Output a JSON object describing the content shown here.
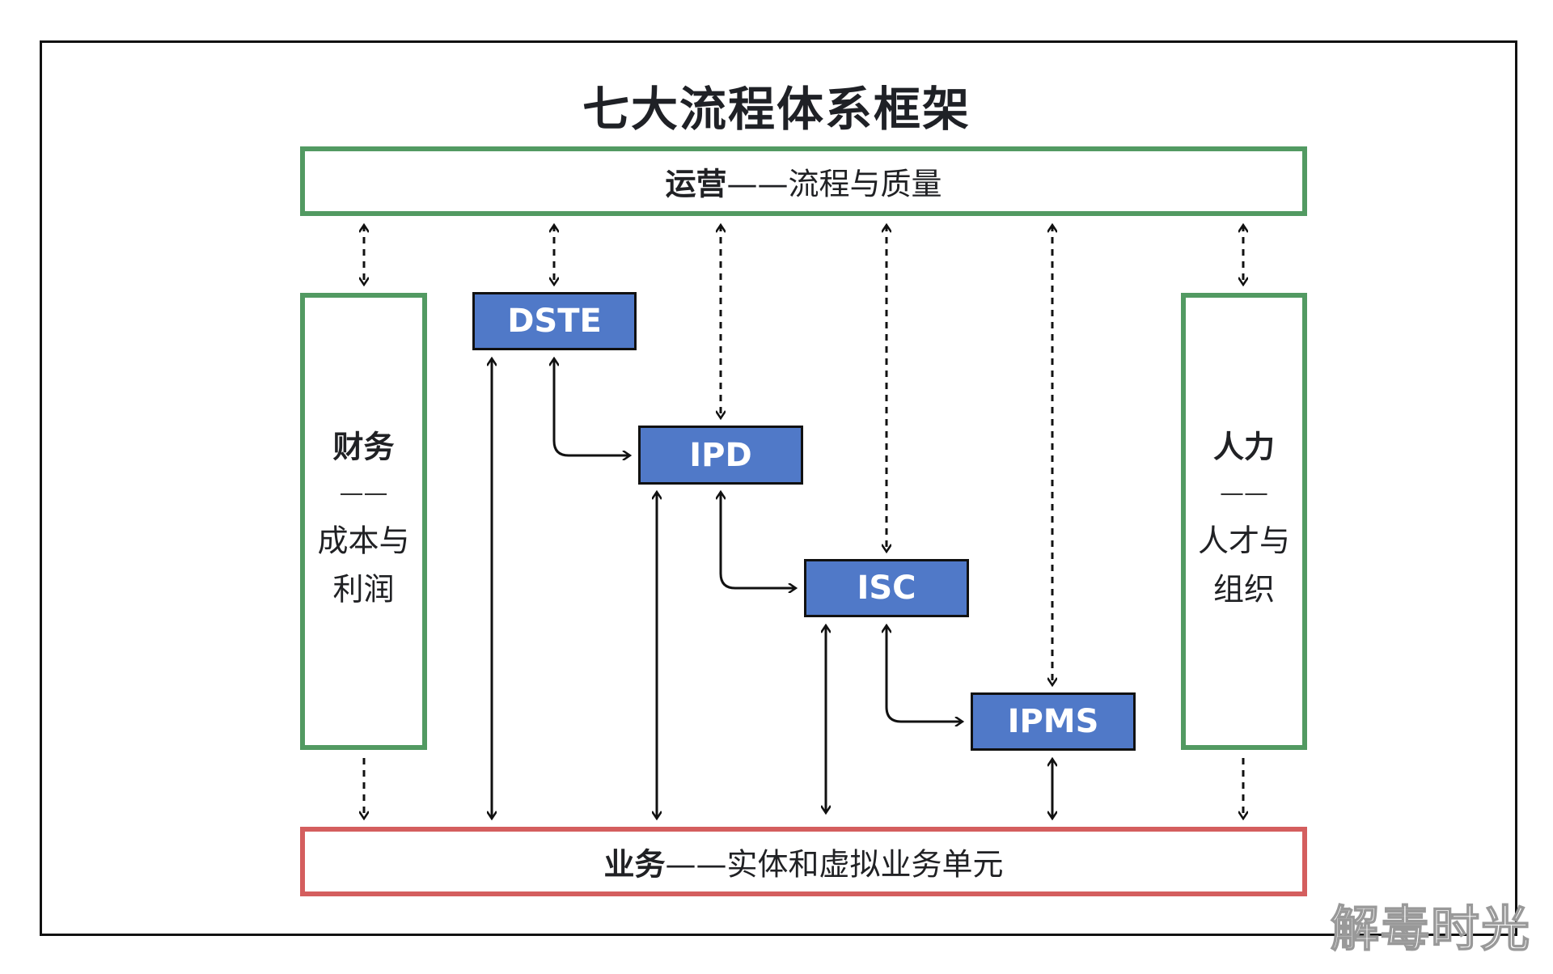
{
  "title": "七大流程体系框架",
  "operations": {
    "bold": "运营",
    "rest": "——流程与质量"
  },
  "finance": {
    "bold": "财务",
    "dash": "——",
    "line1": "成本与",
    "line2": "利润"
  },
  "hr": {
    "bold": "人力",
    "dash": "——",
    "line1": "人才与",
    "line2": "组织"
  },
  "business": {
    "bold": "业务",
    "rest": "——实体和虚拟业务单元"
  },
  "processes": [
    {
      "label": "DSTE"
    },
    {
      "label": "IPD"
    },
    {
      "label": "ISC"
    },
    {
      "label": "IPMS"
    }
  ],
  "watermark": "解毒时光",
  "colors": {
    "green": "#529A62",
    "red": "#D45E5E",
    "blue": "#5079C8"
  }
}
